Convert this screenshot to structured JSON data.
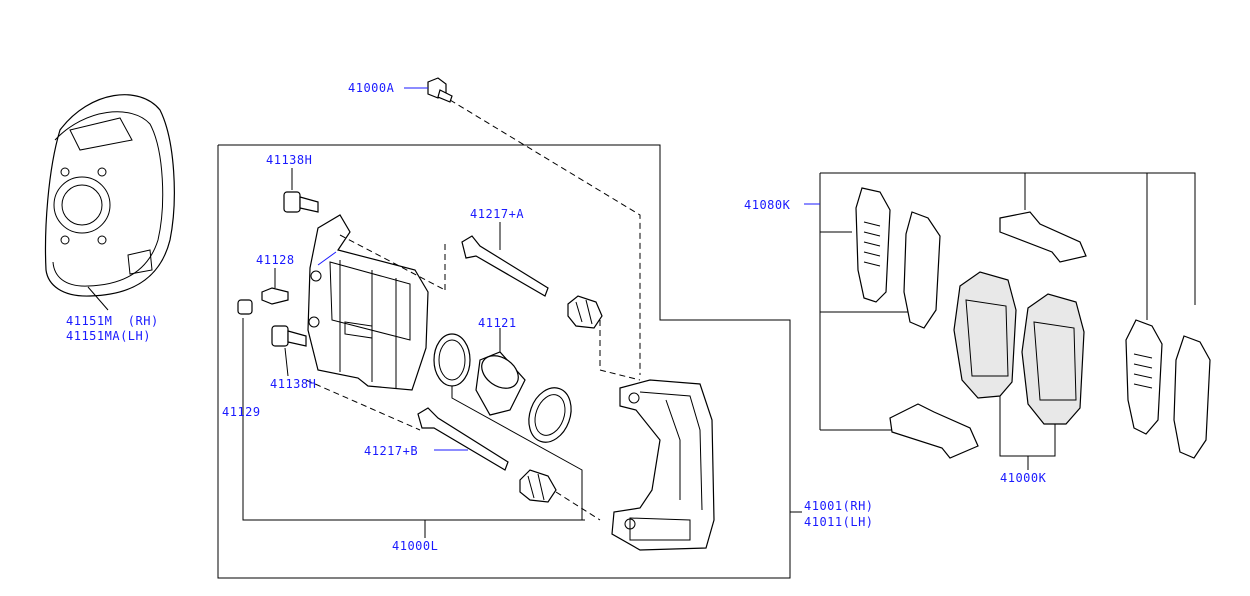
{
  "labels": {
    "p41000A": "41000A",
    "p41138H_top": "41138H",
    "p41128": "41128",
    "p41138H_bottom": "41138H",
    "p41129": "41129",
    "p41217A": "41217+A",
    "p41121": "41121",
    "p41217B": "41217+B",
    "p41000L": "41000L",
    "p41001": "41001(RH)",
    "p41011": "41011(LH)",
    "p41151M": "41151M  (RH)",
    "p41151MA": "41151MA(LH)",
    "p41080K": "41080K",
    "p41000K": "41000K"
  },
  "colors": {
    "label": "#1a1aff",
    "line": "#000000",
    "background": "#ffffff"
  }
}
